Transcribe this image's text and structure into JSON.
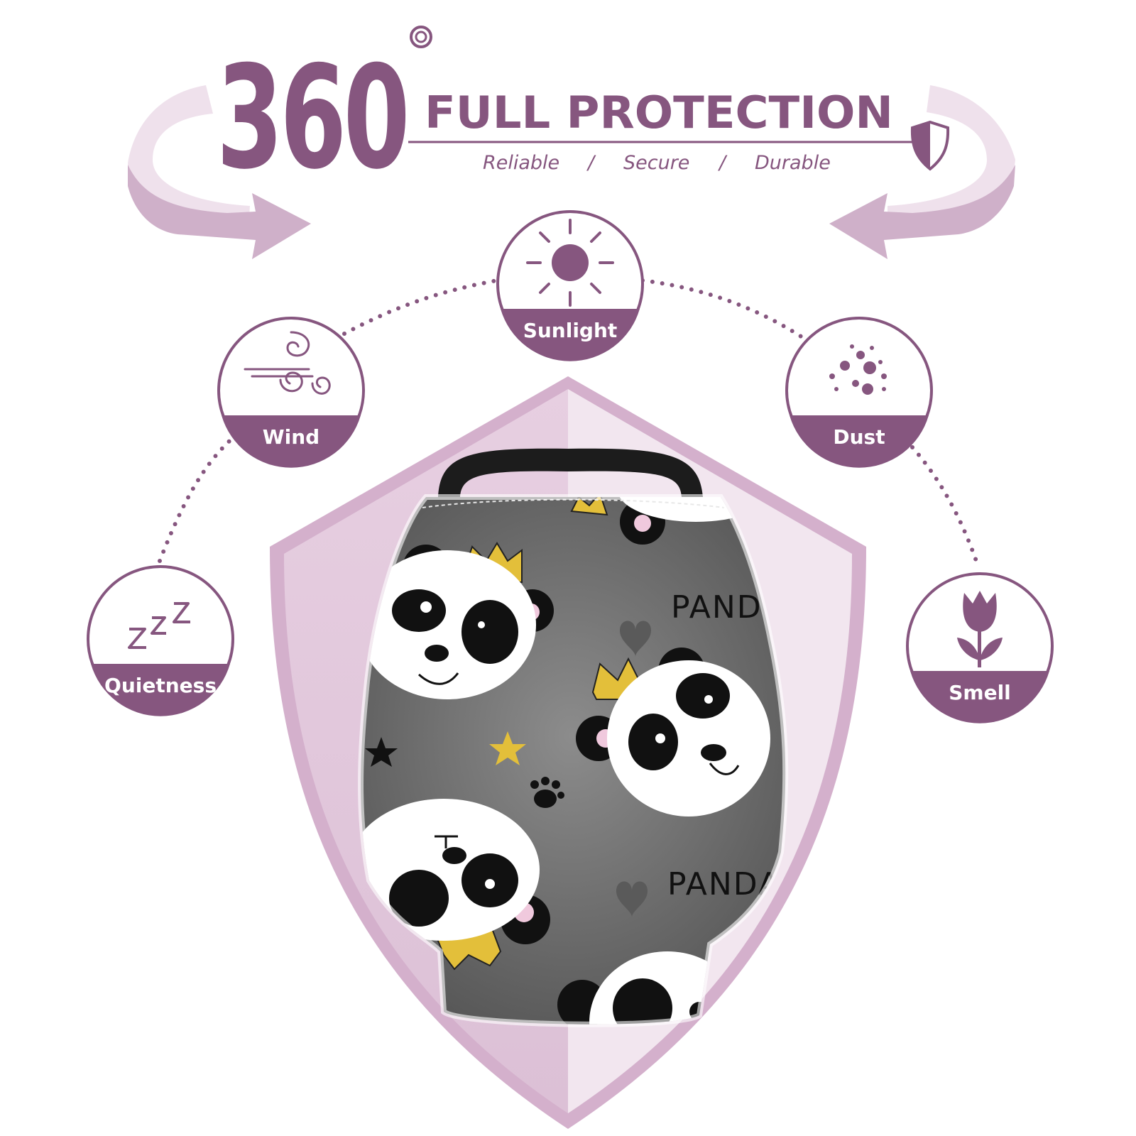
{
  "headline": {
    "number": "360",
    "degree_symbol": "°",
    "title": "FULL PROTECTION",
    "taglines": [
      "Reliable",
      "/",
      "Secure",
      "/",
      "Durable"
    ]
  },
  "badges": [
    {
      "key": "sunlight",
      "label": "Sunlight",
      "icon": "sun-icon"
    },
    {
      "key": "wind",
      "label": "Wind",
      "icon": "wind-swirl-icon"
    },
    {
      "key": "dust",
      "label": "Dust",
      "icon": "dust-particles-icon"
    },
    {
      "key": "quietness",
      "label": "Quietness",
      "icon": "zzz-sleep-icon"
    },
    {
      "key": "smell",
      "label": "Smell",
      "icon": "tulip-flower-icon"
    }
  ],
  "product": {
    "print_text_1": "PAND",
    "print_text_2": "PANDA",
    "pattern": "panda-with-crown"
  },
  "colors": {
    "brand_purple": "#86567f",
    "light_purple": "#d7b9d0",
    "shield_fill": "#ecdce8",
    "fabric_gray": "#6f6f6f",
    "crown_yellow": "#e3bf3a"
  }
}
